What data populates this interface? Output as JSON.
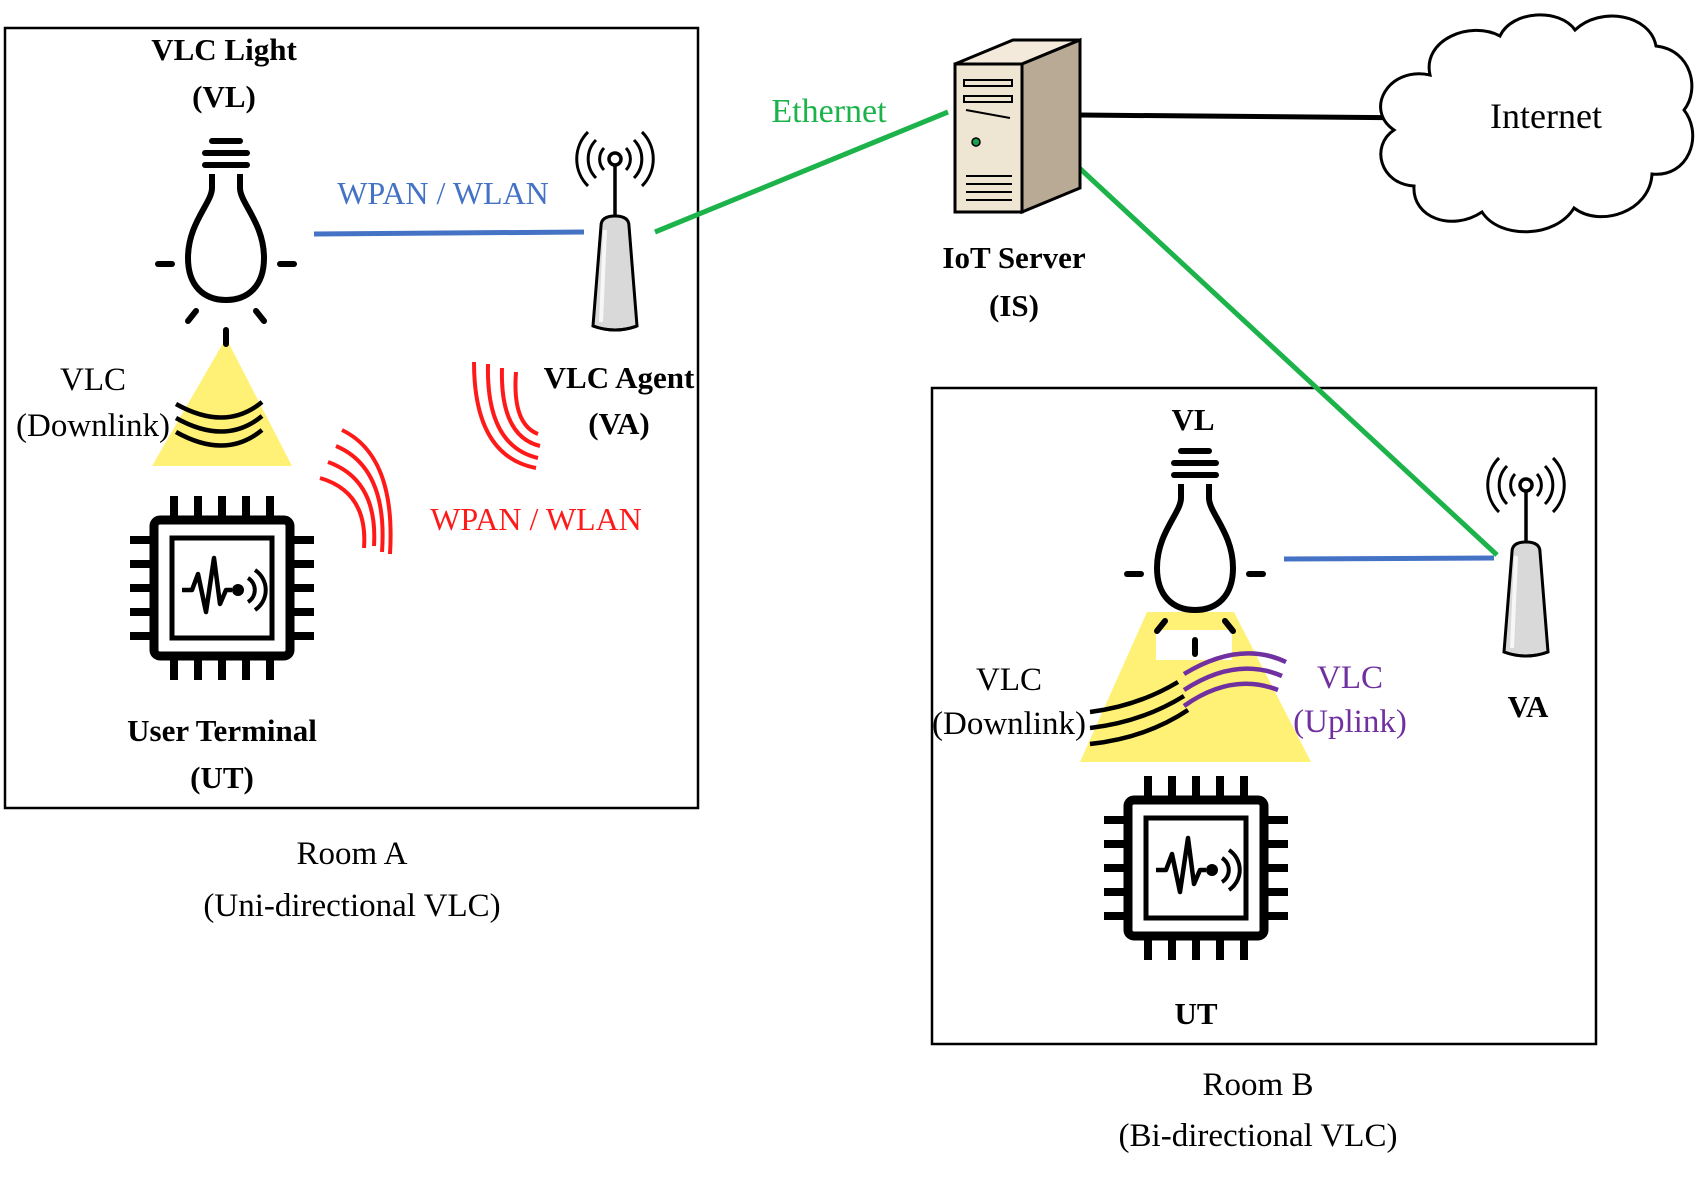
{
  "colors": {
    "ethernet": "#1db34b",
    "wpan_wlan": "#4472c4",
    "rf": "#ff1a1a",
    "uplink": "#7030a0",
    "light_beam": "#fff176",
    "link_black": "#000000"
  },
  "room_a": {
    "caption_line1": "Room A",
    "caption_line2": "(Uni-directional VLC)",
    "vl_label_line1": "VLC Light",
    "vl_label_line2": "(VL)",
    "va_label_line1": "VLC Agent",
    "va_label_line2": "(VA)",
    "ut_label_line1": "User Terminal",
    "ut_label_line2": "(UT)",
    "vlc_label_line1": "VLC",
    "vlc_label_line2": "(Downlink)",
    "wpan_wlan_link_label": "WPAN / WLAN",
    "wpan_wlan_rf_label": "WPAN / WLAN"
  },
  "room_b": {
    "caption_line1": "Room B",
    "caption_line2": "(Bi-directional VLC)",
    "vl_label": "VL",
    "va_label": "VA",
    "ut_label": "UT",
    "downlink_label_line1": "VLC",
    "downlink_label_line2": "(Downlink)",
    "uplink_label_line1": "VLC",
    "uplink_label_line2": "(Uplink)"
  },
  "server": {
    "label_line1": "IoT Server",
    "label_line2": "(IS)"
  },
  "internet": {
    "label": "Internet"
  },
  "ethernet_label": "Ethernet",
  "icons": [
    "light-bulb-icon",
    "antenna-icon",
    "server-icon",
    "cloud-icon",
    "chip-icon",
    "radio-waves-icon"
  ]
}
